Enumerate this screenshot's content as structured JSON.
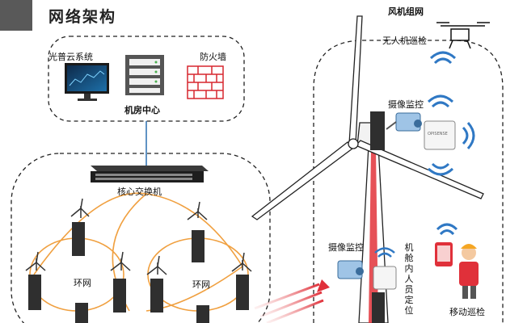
{
  "title": "网络架构",
  "cloud_system": "光普云系统",
  "firewall": "防火墙",
  "server_room": "机房中心",
  "core_switch": "核心交换机",
  "ring_left": "环网",
  "ring_right": "环网",
  "turbine_network": "风机组网",
  "drone_patrol": "无人机巡检",
  "camera_top": "摄像监控",
  "camera_bottom": "摄像监控",
  "personnel_position": "机舱内人员定位",
  "mobile_patrol": "移动巡检",
  "ap_brand": "OPISENSE"
}
